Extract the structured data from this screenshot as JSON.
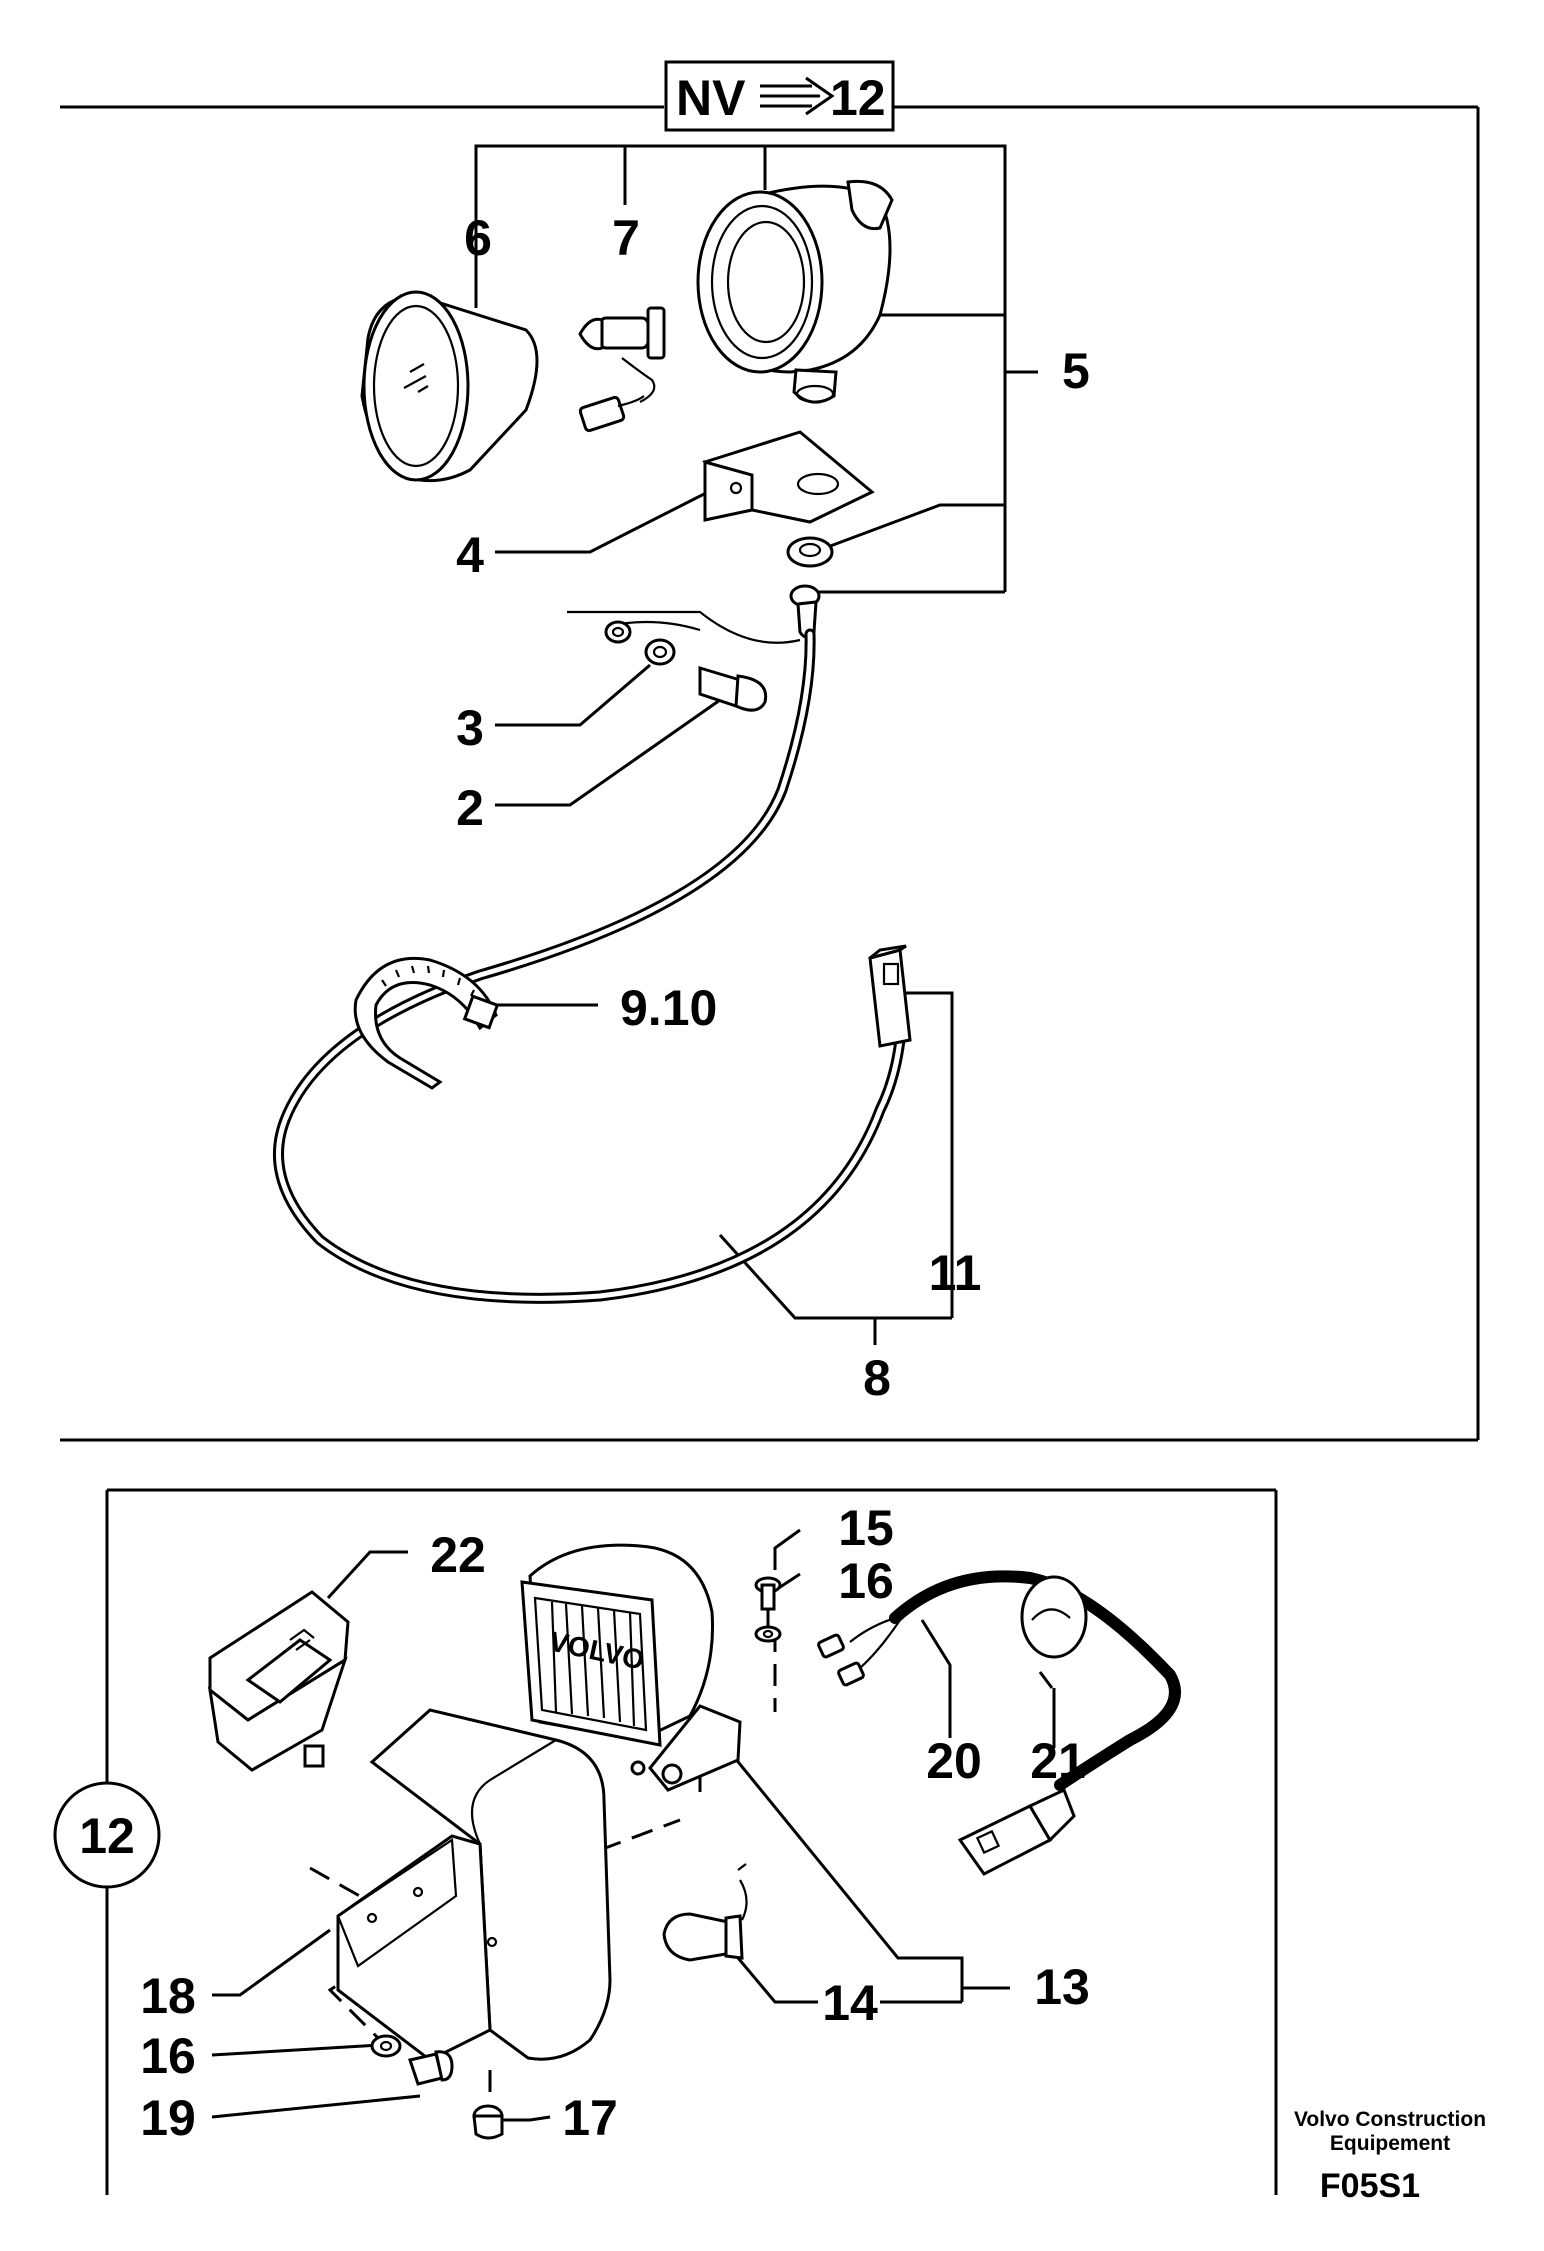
{
  "header": {
    "ref_left": "NV",
    "ref_right": "12"
  },
  "callouts": {
    "p2": "2",
    "p3": "3",
    "p4": "4",
    "p5": "5",
    "p6": "6",
    "p7": "7",
    "p8": "8",
    "p9_10": "9.10",
    "p11": "11",
    "p12": "12",
    "p13": "13",
    "p14": "14",
    "p15": "15",
    "p16a": "16",
    "p16b": "16",
    "p17": "17",
    "p18": "18",
    "p19": "19",
    "p20": "20",
    "p21": "21",
    "p22": "22"
  },
  "lamp_brand": "VOLVO",
  "footer": {
    "company_line1": "Volvo Construction",
    "company_line2": "Equipement",
    "drawing_code": "F05S1"
  }
}
